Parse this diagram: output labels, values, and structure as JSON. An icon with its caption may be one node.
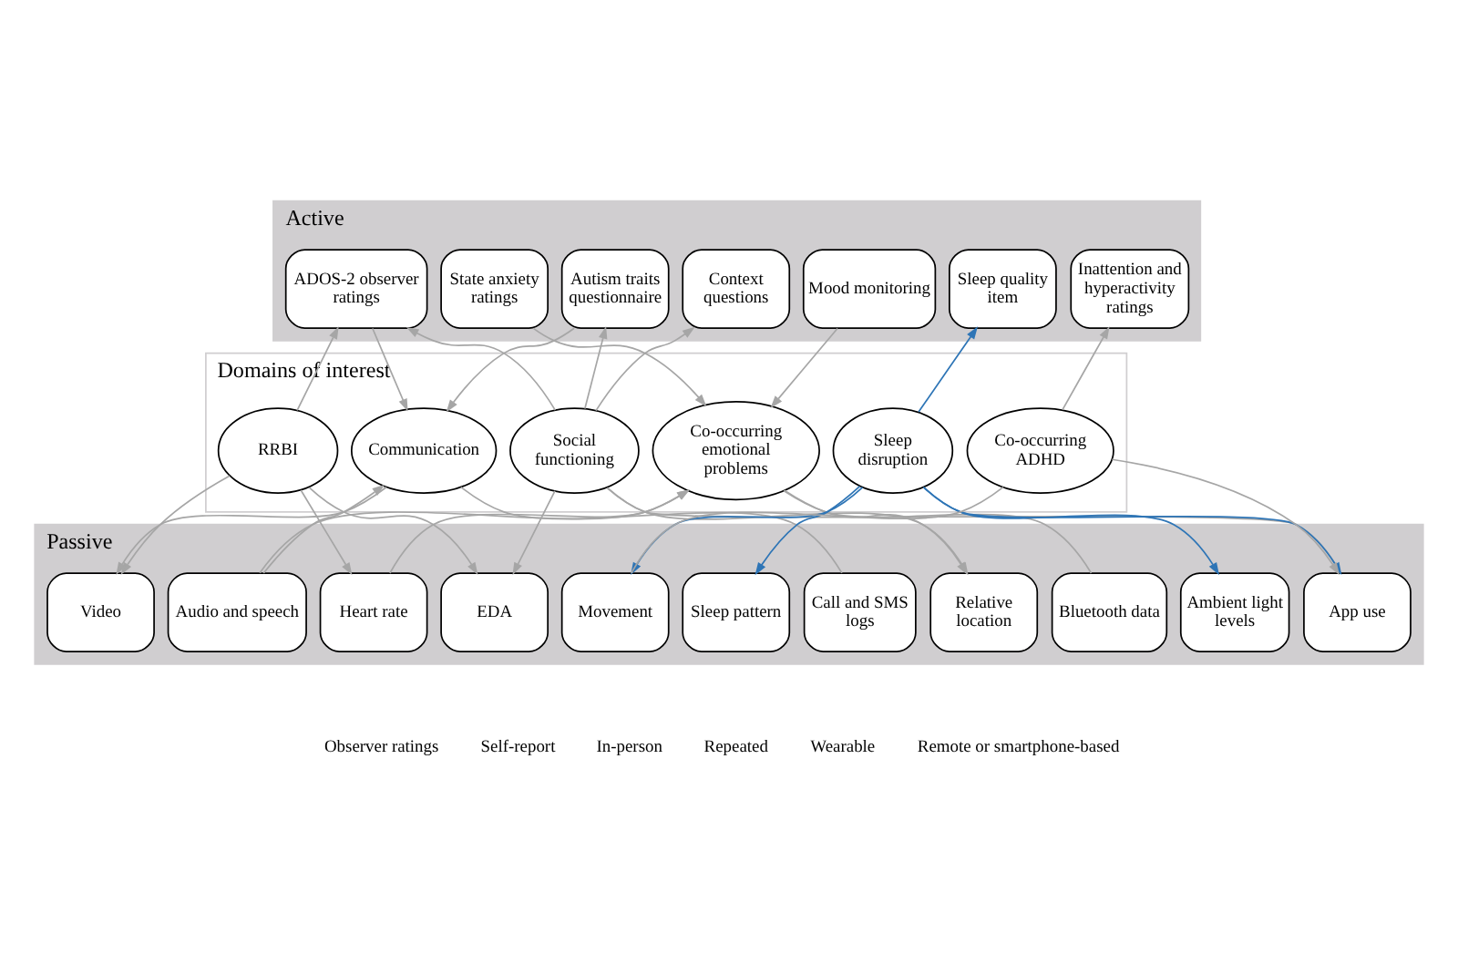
{
  "diagram": {
    "nodes": [
      {
        "text": [
          "Active"
        ]
      },
      {
        "text": [
          "Domains of interest"
        ]
      },
      {
        "text": [
          "Passive"
        ]
      },
      {
        "text": [
          "ADOS-2 observer ratings"
        ],
        "in": 0
      },
      {
        "text": [
          "State anxiety ratings"
        ],
        "in": 0
      },
      {
        "text": [
          "Autism traits questionnaire"
        ],
        "in": 0
      },
      {
        "text": [
          "Context questions"
        ],
        "in": 0
      },
      {
        "text": [
          "Mood monitoring"
        ],
        "in": 0
      },
      {
        "text": [
          "Sleep quality item"
        ],
        "in": 0
      },
      {
        "text": [
          "Inattention and hyperactivity ratings"
        ],
        "in": 0
      },
      {
        "text": [
          "RRBI"
        ],
        "in": 1
      },
      {
        "text": [
          "Communication"
        ],
        "in": 1
      },
      {
        "text": [
          "Social functioning"
        ],
        "in": 1
      },
      {
        "text": [
          "Co-occurring emotional problems"
        ],
        "in": 1
      },
      {
        "text": [
          "Sleep disruption"
        ],
        "in": 1
      },
      {
        "text": [
          "Co-occurring ADHD"
        ],
        "in": 1
      },
      {
        "text": [
          "Video"
        ],
        "in": 2
      },
      {
        "text": [
          "Audio and speech"
        ],
        "in": 2
      },
      {
        "text": [
          "Heart rate"
        ],
        "in": 2
      },
      {
        "text": [
          "EDA"
        ],
        "in": 2
      },
      {
        "text": [
          "Movement"
        ],
        "in": 2
      },
      {
        "text": [
          "Sleep pattern"
        ],
        "in": 2
      },
      {
        "text": [
          "Call and SMS logs"
        ],
        "in": 2
      },
      {
        "text": [
          "Relative location"
        ],
        "in": 2
      },
      {
        "text": [
          "Bluetooth data"
        ],
        "in": 2
      },
      {
        "text": [
          "Ambient light levels"
        ],
        "in": 2
      },
      {
        "text": [
          "App use"
        ],
        "in": 2
      }
    ],
    "edges": [
      {
        "from": 10,
        "to": 3,
        "arrow": "to"
      },
      {
        "from": 3,
        "to": 11,
        "arrow": "to"
      },
      {
        "from": 12,
        "to": 3,
        "arrow": "to"
      },
      {
        "from": 4,
        "to": 13,
        "arrow": "to"
      },
      {
        "from": 5,
        "to": 11,
        "arrow": "to"
      },
      {
        "from": 12,
        "to": 5,
        "arrow": "to"
      },
      {
        "from": 12,
        "to": 6,
        "arrow": "to"
      },
      {
        "from": 7,
        "to": 13,
        "arrow": "to"
      },
      {
        "from": 14,
        "to": 8,
        "arrow": "to",
        "color": "#2e75b6"
      },
      {
        "from": 15,
        "to": 9,
        "arrow": "to"
      },
      {
        "from": 10,
        "to": 16,
        "arrow": "to"
      },
      {
        "from": 10,
        "to": 18,
        "arrow": "to"
      },
      {
        "from": 10,
        "to": 19,
        "arrow": "to"
      },
      {
        "from": 11,
        "to": 16,
        "arrow": "to"
      },
      {
        "from": 17,
        "to": 11,
        "arrow": "to"
      },
      {
        "from": 17,
        "to": 13,
        "arrow": "to"
      },
      {
        "from": 18,
        "to": 13,
        "arrow": "to"
      },
      {
        "from": 12,
        "to": 19,
        "arrow": "to"
      },
      {
        "from": 11,
        "to": 22,
        "arrow": "none"
      },
      {
        "from": 12,
        "to": 23,
        "arrow": "to"
      },
      {
        "from": 12,
        "to": 26,
        "arrow": "none"
      },
      {
        "from": 13,
        "to": 23,
        "arrow": "to"
      },
      {
        "from": 13,
        "to": 24,
        "arrow": "none"
      },
      {
        "from": 15,
        "to": 20,
        "arrow": "none"
      },
      {
        "from": 15,
        "to": 26,
        "arrow": "to"
      },
      {
        "from": 14,
        "to": 20,
        "arrow": "to",
        "color": "#2e75b6"
      },
      {
        "from": 14,
        "to": 21,
        "arrow": "to",
        "color": "#2e75b6"
      },
      {
        "from": 14,
        "to": 25,
        "arrow": "to",
        "color": "#2e75b6"
      },
      {
        "from": 14,
        "to": 26,
        "arrow": "to",
        "color": "#2e75b6"
      }
    ],
    "legend": [
      {
        "text": "Observer ratings"
      },
      {
        "text": "Self-report"
      },
      {
        "text": "In-person"
      },
      {
        "text": "Repeated"
      },
      {
        "text": "Wearable"
      },
      {
        "text": "Remote or smartphone-based"
      }
    ]
  }
}
